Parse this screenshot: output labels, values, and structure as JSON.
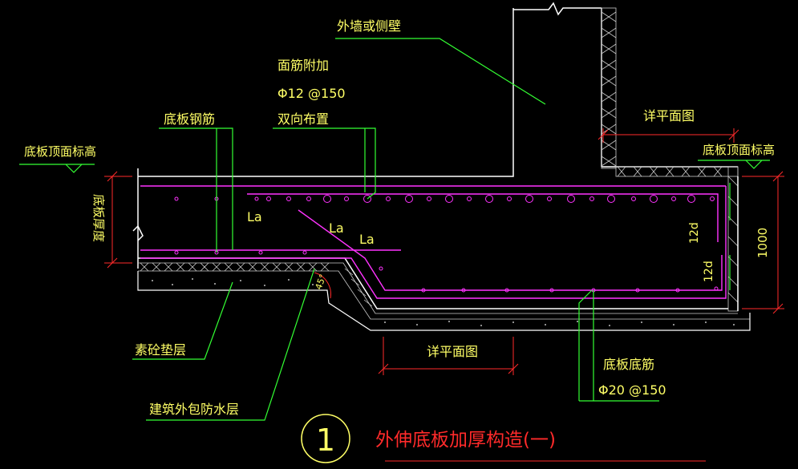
{
  "labels": {
    "outer_wall": "外墙或侧壁",
    "top_bar_add": "面筋附加",
    "top_bar_spec": "Φ12 @150",
    "bidirectional": "双向布置",
    "slab_rebar": "底板钢筋",
    "slab_top_elev_left": "底板顶面标高",
    "slab_top_elev_right": "底板顶面标高",
    "slab_thickness": "底板厚度",
    "see_plan_top": "详平面图",
    "see_plan_bottom": "详平面图",
    "la1": "La",
    "la2": "La",
    "la3": "La",
    "d12_upper": "12d",
    "d12_lower": "12d",
    "dim_1000": "1000",
    "angle_45": "45°",
    "plain_concrete": "素砼垫层",
    "waterproof": "建筑外包防水层",
    "bottom_bar": "底板底筋",
    "bottom_bar_spec": "Φ20 @150",
    "detail_no": "1",
    "title": "外伸底板加厚构造(一)"
  },
  "colors": {
    "structure": "#ffffff",
    "rebar": "#ff33ff",
    "leader": "#33ff33",
    "dimension": "#ff2a2a",
    "text": "#ffff66",
    "title": "#ff2a2a",
    "hatch": "#cccccc"
  }
}
